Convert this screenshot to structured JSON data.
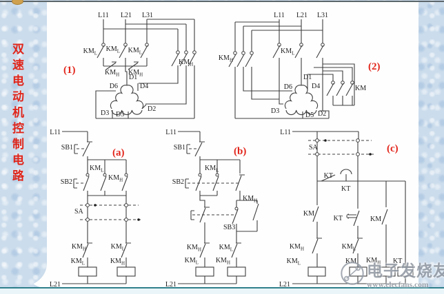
{
  "sidebar": {
    "title": "双速电动机控制电路"
  },
  "figures": {
    "f1": "(1)",
    "f2": "(2)",
    "fa": "(a)",
    "fb": "(b)",
    "fc": "(c)"
  },
  "sym": {
    "l11": "L11",
    "l21": "L21",
    "l31": "L31",
    "km": "KM",
    "subL": "L",
    "subH": "H",
    "kt": "KT",
    "sa": "SA",
    "sb1": "SB1",
    "sb2": "SB2",
    "sb3": "SB3",
    "d1": "D1",
    "d2": "D2",
    "d3": "D3",
    "d4": "D4",
    "d5": "D5",
    "d6": "D6"
  },
  "watermark": {
    "brand": "电子发烧友",
    "url": "www.elecfans.com"
  },
  "colors": {
    "wire": "#3d3d3d",
    "accent_red": "#e2251b",
    "sidebar_red": "#e0251a",
    "panel": "#fefefe",
    "background": "#cbdcec",
    "teal_line": "#2e7f8a",
    "top_line": "#5b666b",
    "gold": "#cfa14f",
    "watermark_grey": "#8f96a0"
  }
}
